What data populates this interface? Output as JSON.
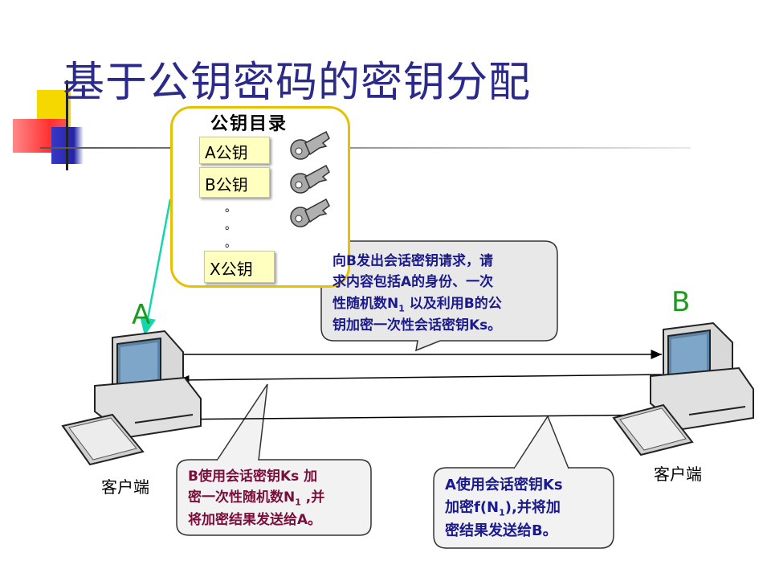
{
  "title": "基于公钥密码的密钥分配",
  "directory": {
    "title": "公钥目录",
    "entries": [
      "A公钥",
      "B公钥",
      "X公钥"
    ],
    "dots": [
      "。",
      "。",
      "。"
    ]
  },
  "nodes": {
    "a_label": "A",
    "b_label": "B",
    "client_label": "客户端"
  },
  "messages": {
    "request_lines": [
      "向B发出会话密钥请求，请",
      "求内容包括A的身份、一次",
      "性随机数N",
      "1",
      " 以及利用B的公",
      "钥加密一次性会话密钥Ks。"
    ],
    "b_reply_lines": [
      "B使用会话密钥Ks 加",
      "密一次性随机数N",
      "1",
      " ,并",
      "将加密结果发送给A。"
    ],
    "a_reply_lines": [
      "A使用会话密钥Ks",
      "加密f(N",
      "1",
      "),并将加",
      "密结果发送给B。"
    ]
  },
  "colors": {
    "title": "#2b2a8a",
    "node_label": "#1e9a1e",
    "dir_border": "#e5c100",
    "request_text": "#1a1a8c",
    "b_reply_text": "#7a0e3a",
    "a_reply_text": "#1a1a8c"
  }
}
